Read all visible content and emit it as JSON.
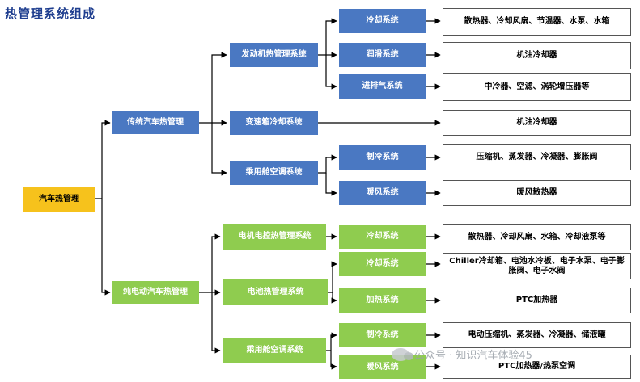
{
  "title": "热管理系统组成",
  "root": "汽车热管理",
  "level1": {
    "traditional": "传统汽车热管理",
    "electric": "纯电动汽车热管理"
  },
  "level2": {
    "engine": "发动机热管理系统",
    "gearbox": "变速箱冷却系统",
    "cabin_ac_trad": "乘用舱空调系统",
    "motor": "电机电控热管理系统",
    "battery": "电池热管理系统",
    "cabin_ac_ev": "乘用舱空调系统"
  },
  "level3": {
    "engine_cooling": "冷却系统",
    "lubrication": "润滑系统",
    "intake_exhaust": "进排气系统",
    "trad_refrigeration": "制冷系统",
    "trad_heating": "暖风系统",
    "motor_cooling": "冷却系统",
    "battery_cooling": "冷却系统",
    "battery_heating": "加热系统",
    "ev_refrigeration": "制冷系统",
    "ev_heating": "暖风系统"
  },
  "components": {
    "engine_cooling": "散热器、冷却风扇、节温器、水泵、水箱",
    "lubrication": "机油冷却器",
    "intake_exhaust": "中冷器、空滤、涡轮增压器等",
    "gearbox": "机油冷却器",
    "trad_refrigeration": "压缩机、蒸发器、冷凝器、膨胀阀",
    "trad_heating": "暖风散热器",
    "motor_cooling": "散热器、冷却风扇、水箱、冷却液泵等",
    "battery_cooling": "Chiller冷却箱、电池水冷板、电子水泵、电子膨胀阀、电子水阀",
    "battery_heating": "PTC加热器",
    "ev_refrigeration": "电动压缩机、蒸发器、冷凝器、储液罐",
    "ev_heating": "PTC加热器/热泵空调"
  },
  "watermark": "公众号 · 知识汽车体验45",
  "colors": {
    "title": "#1f3e8f",
    "traditional_branch": "#4a78c2",
    "electric_branch": "#8fcc4f",
    "root": "#f6c21c"
  }
}
